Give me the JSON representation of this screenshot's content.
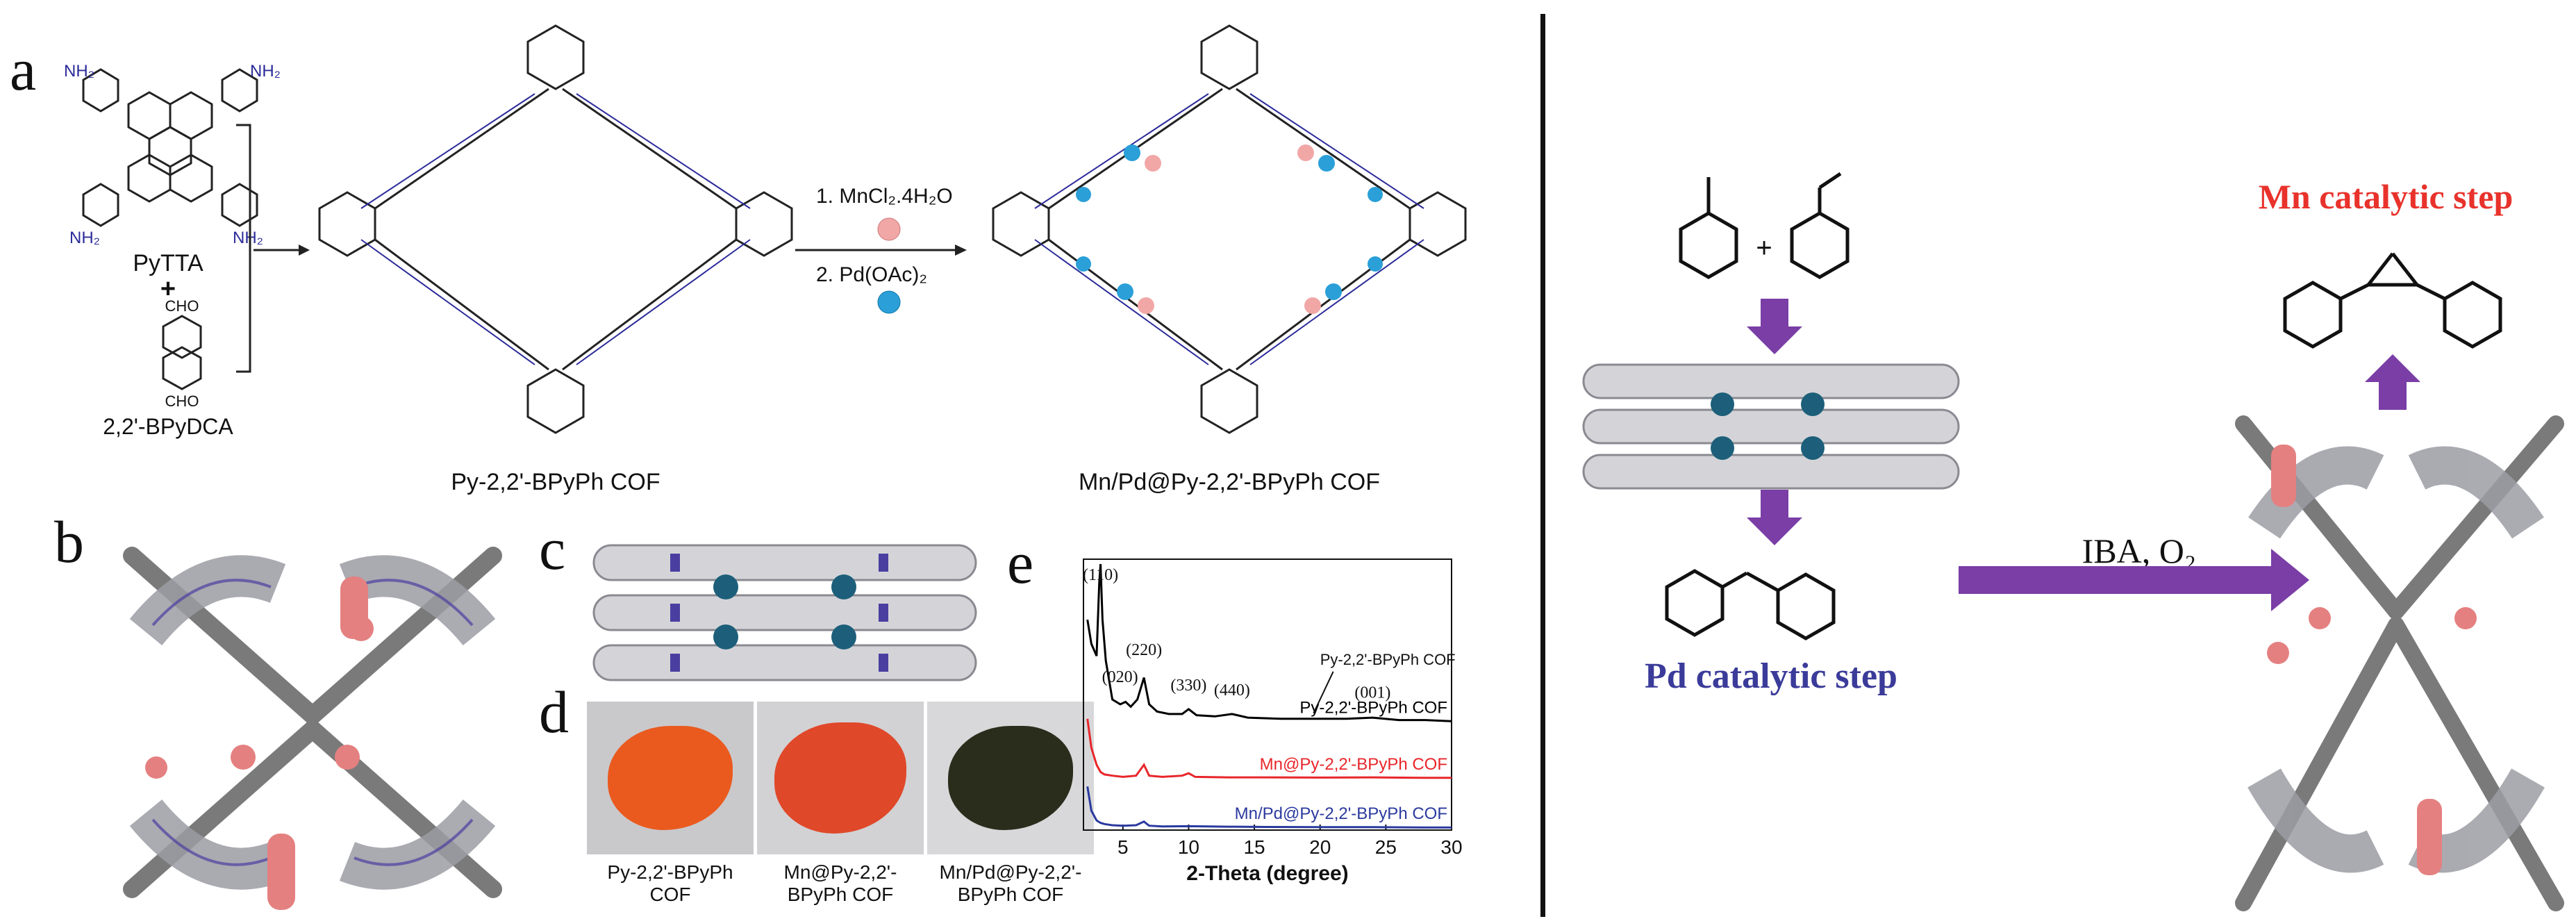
{
  "panel_letters": {
    "a": "a",
    "b": "b",
    "c": "c",
    "d": "d",
    "e": "e"
  },
  "scheme_a": {
    "monomer1": "PyTTA",
    "plus": "+",
    "monomer2": "2,2'-BPyDCA",
    "amine": "NH₂",
    "aldehyde": "CHO",
    "product1": "Py-2,2'-BPyPh COF",
    "step1": "1. MnCl₂.4H₂O",
    "step2": "2. Pd(OAc)₂",
    "product2": "Mn/Pd@Py-2,2'-BPyPh COF"
  },
  "photos": {
    "labels": [
      "Py-2,2'-BPyPh\nCOF",
      "Mn@Py-2,2'-\nBPyPh COF",
      "Mn/Pd@Py-2,2'-\nBPyPh COF"
    ],
    "colors": [
      "#ea5a1f",
      "#e0482a",
      "#2b2d1c"
    ]
  },
  "chart_data": {
    "type": "line",
    "xlabel": "2-Theta (degree)",
    "ylabel": "",
    "xlim": [
      2,
      30
    ],
    "x_ticks": [
      5,
      10,
      15,
      20,
      25,
      30
    ],
    "peak_labels": [
      {
        "text": "(110)",
        "x": 3.3
      },
      {
        "text": "(020)",
        "x": 5.2
      },
      {
        "text": "(220)",
        "x": 6.6
      },
      {
        "text": "(330)",
        "x": 10.0
      },
      {
        "text": "(440)",
        "x": 13.3
      },
      {
        "text": "(001)",
        "x": 24.0
      }
    ],
    "annotation": "Py-2,2'-BPyPh COF",
    "series": [
      {
        "name": "Py-2,2'-BPyPh COF",
        "color": "#000000",
        "x": [
          2.3,
          2.6,
          3.0,
          3.2,
          3.3,
          3.45,
          3.7,
          4.2,
          4.8,
          5.2,
          5.6,
          6.1,
          6.6,
          7.0,
          7.6,
          8.5,
          9.5,
          10.0,
          10.6,
          12.0,
          13.3,
          14.5,
          17,
          20,
          22,
          24,
          26,
          28,
          30
        ],
        "y": [
          0.55,
          0.45,
          0.4,
          0.7,
          0.78,
          0.55,
          0.38,
          0.22,
          0.2,
          0.21,
          0.19,
          0.22,
          0.31,
          0.2,
          0.17,
          0.16,
          0.16,
          0.18,
          0.155,
          0.15,
          0.16,
          0.145,
          0.14,
          0.14,
          0.14,
          0.145,
          0.135,
          0.135,
          0.13
        ]
      },
      {
        "name": "Mn@Py-2,2'-BPyPh COF",
        "color": "#e8262b",
        "x": [
          2.3,
          2.6,
          3.0,
          3.3,
          3.6,
          4.2,
          5.0,
          6.0,
          6.6,
          7.0,
          8.0,
          9.5,
          10.0,
          10.5,
          13,
          16,
          20,
          24,
          28,
          30
        ],
        "y": [
          0.32,
          0.2,
          0.13,
          0.1,
          0.09,
          0.085,
          0.08,
          0.085,
          0.13,
          0.085,
          0.08,
          0.085,
          0.095,
          0.08,
          0.078,
          0.078,
          0.077,
          0.078,
          0.076,
          0.076
        ]
      },
      {
        "name": "Mn/Pd@Py-2,2'-BPyPh COF",
        "color": "#2b3a9e",
        "x": [
          2.3,
          2.6,
          3.0,
          3.3,
          3.6,
          4.2,
          5.0,
          6.0,
          6.6,
          7.0,
          8.0,
          10.0,
          13,
          16,
          20,
          24,
          28,
          30
        ],
        "y": [
          0.18,
          0.08,
          0.04,
          0.03,
          0.025,
          0.02,
          0.018,
          0.02,
          0.035,
          0.018,
          0.015,
          0.016,
          0.014,
          0.013,
          0.012,
          0.012,
          0.011,
          0.011
        ]
      }
    ]
  },
  "right_scheme": {
    "plus": "+",
    "condition": "IBA, O₂",
    "pd_step": "Pd catalytic step",
    "mn_step": "Mn catalytic step"
  },
  "colors": {
    "arrow_purple": "#7a3ea6",
    "pd_label": "#3b3b9a",
    "mn_label": "#e8322b",
    "nitrogen_blue": "#2b2b9a",
    "mn_ball": "#f2a7a7",
    "pd_ball": "#2a9fd8"
  }
}
